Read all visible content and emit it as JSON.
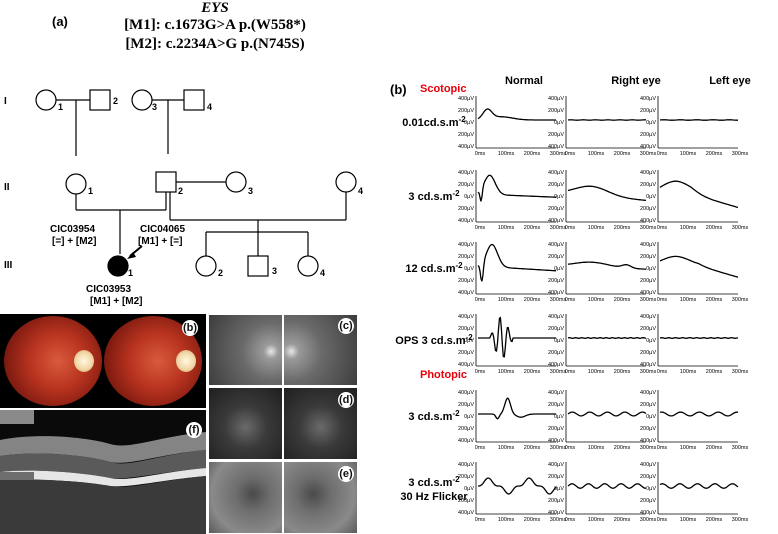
{
  "header": {
    "gene": "EYS",
    "m1": "[M1]: c.1673G>A p.(W558*)",
    "m2": "[M2]: c.2234A>G p.(N745S)"
  },
  "panels": {
    "a": "(a)",
    "b_erg": "(b)",
    "b_fundus": "(b)",
    "c": "(c)",
    "d": "(d)",
    "e": "(e)",
    "f": "(f)"
  },
  "pedigree": {
    "generations": [
      "I",
      "II",
      "III"
    ],
    "members": {
      "I1": "1",
      "I2": "2",
      "I3": "3",
      "I4": "4",
      "II1": "1",
      "II2": "2",
      "II3": "3",
      "II4": "4",
      "III1": "1",
      "III2": "2",
      "III3": "3",
      "III4": "4"
    },
    "mother_id": "CIC03954",
    "mother_geno": "[=] + [M2]",
    "father_id": "CIC04065",
    "father_geno": "[M1] + [=]",
    "proband_id": "CIC03953",
    "proband_geno": "[M1] + [M2]"
  },
  "erg": {
    "columns": [
      "Normal",
      "Right eye",
      "Left eye"
    ],
    "scotopic": "Scotopic",
    "photopic": "Photopic",
    "rows": [
      {
        "label": "0.01cd.s.m",
        "exp": "-2",
        "label2": ""
      },
      {
        "label": "3 cd.s.m",
        "exp": "-2",
        "label2": ""
      },
      {
        "label": "12 cd.s.m",
        "exp": "-2",
        "label2": ""
      },
      {
        "label": "OPS 3 cd.s.m",
        "exp": "-2",
        "label2": ""
      },
      {
        "label": "3 cd.s.m",
        "exp": "-2",
        "label2": ""
      },
      {
        "label": "3 cd.s.m",
        "exp": "-2",
        "label2": "30 Hz Flicker"
      }
    ],
    "y_ticks": [
      "400µV",
      "200µV",
      "0µV",
      "200µV",
      "400µV"
    ],
    "x_ticks": [
      "0ms",
      "100ms",
      "200ms",
      "300ms"
    ],
    "colors": {
      "condition": "#e8000b",
      "trace": "#000000"
    }
  }
}
